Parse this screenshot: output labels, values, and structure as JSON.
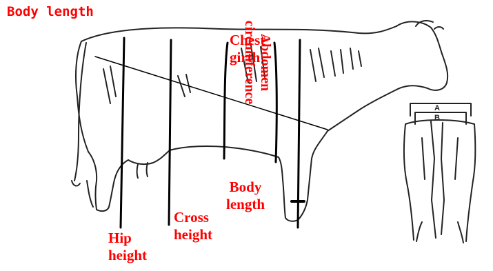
{
  "diagram": {
    "title": "Body length",
    "labels": {
      "chest_girth": [
        "Chest",
        "girth"
      ],
      "abdomen": [
        "Abdomen",
        "circumference"
      ],
      "body_length": [
        "Body",
        "length"
      ],
      "cross_height": [
        "Cross",
        "height"
      ],
      "hip_height": [
        "Hip",
        "height"
      ],
      "rear_a": "A",
      "rear_b": "B"
    },
    "colors": {
      "label": "#ff0000",
      "line": "#000000",
      "outline": "#222222"
    }
  }
}
